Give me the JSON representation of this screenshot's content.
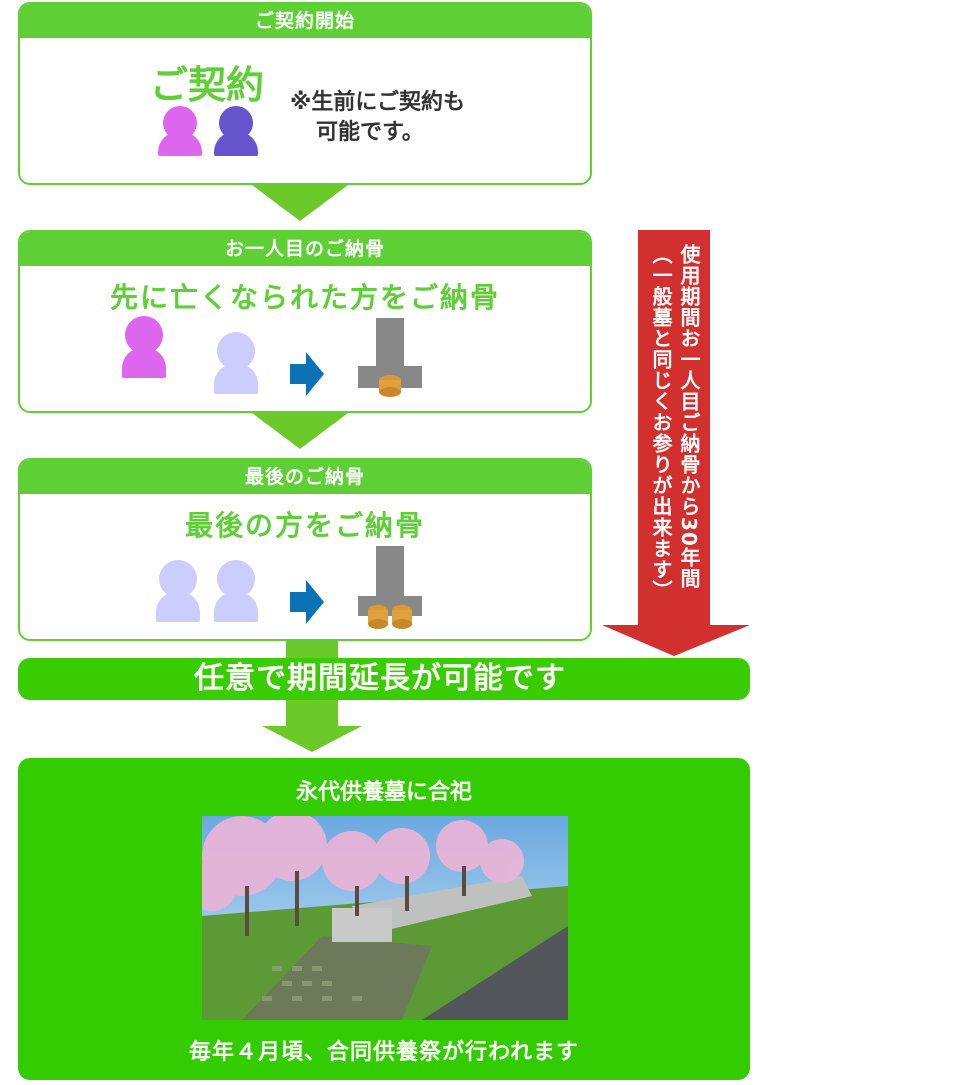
{
  "step1": {
    "header": "ご契約開始",
    "title": "ご契約",
    "note_line1": "※生前にご契約も",
    "note_line2": "可能です。"
  },
  "step2": {
    "header": "お一人目のご納骨",
    "title": "先に亡くなられた方をご納骨"
  },
  "step3": {
    "header": "最後のご納骨",
    "title": "最後の方をご納骨"
  },
  "side_arrow": {
    "line1": "使用期間お一人目ご納骨から30年間",
    "line2": "（一般墓と同じくお参りが出来ます）"
  },
  "extension_bar": {
    "label": "任意で期間延長が可能です"
  },
  "final": {
    "header": "永代供養墓に合祀",
    "footer": "毎年４月頃、合同供養祭が行われます",
    "image_icon": "cemetery-photo"
  },
  "colors": {
    "green": "#5fcf36",
    "bright_green": "#33cc00",
    "arrow_green": "#6cc92a",
    "red": "#d1302f",
    "blue_arrow": "#0b72b5",
    "magenta": "#dd66ee",
    "purple": "#6655cc",
    "lavender": "#ccccff"
  }
}
